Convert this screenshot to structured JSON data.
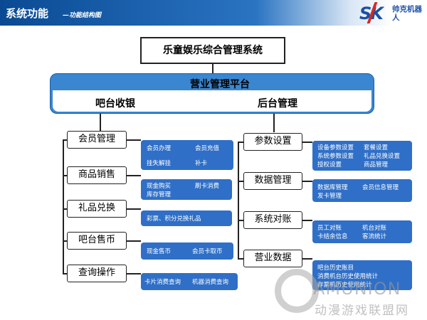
{
  "header": {
    "title": "系统功能",
    "subtitle": "—功能结构图"
  },
  "logo": {
    "mark": "SK",
    "name": "帅克机器人"
  },
  "top_system": "乐童娱乐综合管理系统",
  "platform": {
    "title": "营业管理平台",
    "left_label": "吧台收银",
    "right_label": "后台管理"
  },
  "left_modules": [
    {
      "label": "会员管理",
      "items": [
        "会员办理",
        "会员充值",
        "挂失解挂",
        "补卡"
      ]
    },
    {
      "label": "商品销售",
      "items": [
        "现金购买",
        "刷卡消费",
        "库存管理"
      ]
    },
    {
      "label": "礼品兑换",
      "items": [
        "彩票、积分兑换礼品"
      ]
    },
    {
      "label": "吧台售币",
      "items": [
        "现金售币",
        "会员卡取币"
      ]
    },
    {
      "label": "查询操作",
      "items": [
        "卡片消费查询",
        "机器消费查询"
      ]
    }
  ],
  "right_modules": [
    {
      "label": "参数设置",
      "items": [
        "设备参数设置",
        "套餐设置",
        "系统参数设置",
        "礼品兑换设置",
        "授权设置",
        "商品管理"
      ]
    },
    {
      "label": "数据管理",
      "items": [
        "数据库管理",
        "会员信息管理",
        "发卡管理"
      ]
    },
    {
      "label": "系统对账",
      "items": [
        "员工对账",
        "机台对账",
        "卡结余信息",
        "客流统计"
      ]
    },
    {
      "label": "营业数据",
      "items": [
        "吧台历史账目",
        "消费机台历史使用统计",
        "存票机历史使用统计"
      ]
    }
  ],
  "watermark": {
    "text": "AMUNION",
    "subtext": "动漫游戏联盟网"
  }
}
